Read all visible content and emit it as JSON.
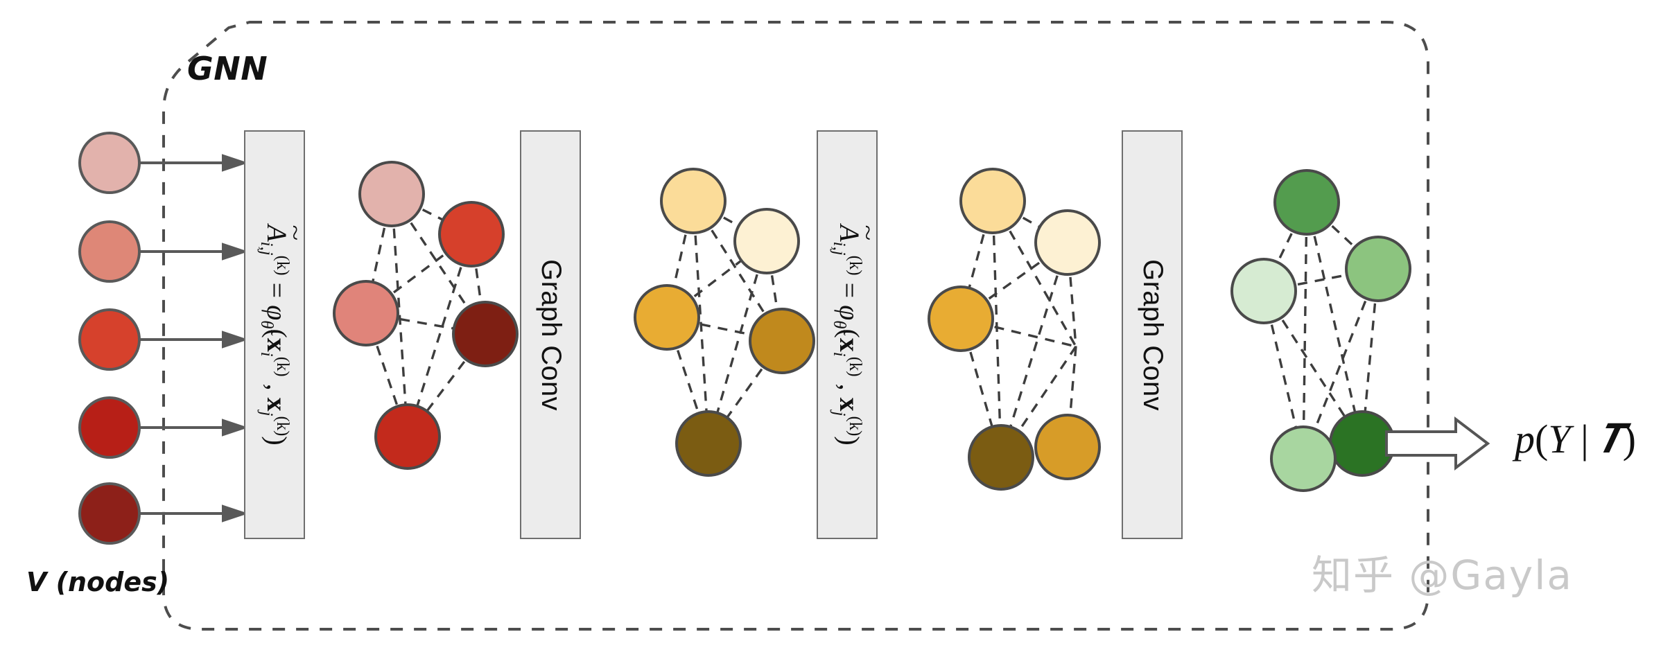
{
  "figure": {
    "title": "GNN",
    "input_label": "V (nodes)",
    "output_label_parts": {
      "p": "p",
      "open": "(",
      "y": "Y",
      "bar": "|",
      "t": "T",
      "close": ")"
    },
    "output_label": "p(Y | T)",
    "watermark": "知乎 @Gayla",
    "boundary": {
      "style": "dashed-rounded",
      "color": "#4d4d4d"
    }
  },
  "blocks": [
    {
      "id": "edge-block-1",
      "kind": "formula",
      "orientation": "vertical-rotated",
      "text": "Ã(k)i,j = φθ̃(x(k)i , x(k)j)",
      "parts": {
        "A": "A",
        "A_sup": "(k)",
        "A_sub": "i,j",
        "eq": "=",
        "phi": "φ",
        "phi_sub": "θ̃",
        "open": "(",
        "x1": "x",
        "x1_sub": "i",
        "x1_sup": "(k)",
        "comma": ",",
        "x2": "x",
        "x2_sub": "j",
        "x2_sup": "(k)",
        "close": ")"
      },
      "fill": "#ececec",
      "stroke": "#6e6e6e"
    },
    {
      "id": "graph-conv-1",
      "kind": "layer",
      "orientation": "vertical-rotated",
      "text": "Graph Conv",
      "fill": "#ececec",
      "stroke": "#6e6e6e"
    },
    {
      "id": "edge-block-2",
      "kind": "formula",
      "orientation": "vertical-rotated",
      "text": "Ã(k)i,j = φθ̃(x(k)i , x(k)j)",
      "fill": "#ececec",
      "stroke": "#6e6e6e"
    },
    {
      "id": "graph-conv-2",
      "kind": "layer",
      "orientation": "vertical-rotated",
      "text": "Graph Conv",
      "fill": "#ececec",
      "stroke": "#6e6e6e"
    }
  ],
  "input_nodes": {
    "count": 5,
    "colors": [
      "#e2b2ac",
      "#de8777",
      "#d6412c",
      "#b71f17",
      "#8d2019"
    ],
    "stroke": "#595959"
  },
  "graphs": [
    {
      "id": "graph-red",
      "palette": "reds",
      "nodes": [
        {
          "id": "n1",
          "color": "#e2b2ac"
        },
        {
          "id": "n2",
          "color": "#d6402b"
        },
        {
          "id": "n3",
          "color": "#e0847a"
        },
        {
          "id": "n4",
          "color": "#7e1f13"
        },
        {
          "id": "n5",
          "color": "#c32a1c"
        }
      ],
      "edges": [
        [
          0,
          1
        ],
        [
          0,
          2
        ],
        [
          0,
          4
        ],
        [
          0,
          3
        ],
        [
          2,
          1
        ],
        [
          2,
          3
        ],
        [
          2,
          4
        ],
        [
          1,
          3
        ],
        [
          1,
          4
        ],
        [
          3,
          4
        ]
      ]
    },
    {
      "id": "graph-yellow",
      "palette": "yellows",
      "nodes": [
        {
          "id": "n1",
          "color": "#fbdc99"
        },
        {
          "id": "n2",
          "color": "#fdf1d3"
        },
        {
          "id": "n3",
          "color": "#e8ac33"
        },
        {
          "id": "n4",
          "color": "#c0891d"
        },
        {
          "id": "n5",
          "color": "#7b5c12"
        }
      ],
      "edges": [
        [
          0,
          1
        ],
        [
          0,
          2
        ],
        [
          0,
          4
        ],
        [
          0,
          3
        ],
        [
          2,
          1
        ],
        [
          2,
          3
        ],
        [
          2,
          4
        ],
        [
          1,
          3
        ],
        [
          1,
          4
        ],
        [
          3,
          4
        ]
      ]
    },
    {
      "id": "graph-yellow-2",
      "palette": "yellows",
      "nodes": [
        {
          "id": "n1",
          "color": "#fbdc99"
        },
        {
          "id": "n2",
          "color": "#fdf1d3"
        },
        {
          "id": "n3",
          "color": "#e8ac33"
        },
        {
          "id": "n4",
          "color": "#d79c28"
        },
        {
          "id": "n5",
          "color": "#7b5c12"
        }
      ],
      "edges": [
        [
          0,
          1
        ],
        [
          0,
          2
        ],
        [
          0,
          4
        ],
        [
          0,
          3
        ],
        [
          2,
          1
        ],
        [
          2,
          3
        ],
        [
          2,
          4
        ],
        [
          1,
          3
        ],
        [
          1,
          4
        ],
        [
          3,
          4
        ]
      ]
    },
    {
      "id": "graph-green",
      "palette": "greens",
      "nodes": [
        {
          "id": "n1",
          "color": "#539c4e"
        },
        {
          "id": "n2",
          "color": "#8cc47f"
        },
        {
          "id": "n3",
          "color": "#d6ebd2"
        },
        {
          "id": "n4",
          "color": "#2b7324"
        },
        {
          "id": "n5",
          "color": "#a8d6a0"
        }
      ],
      "edges": [
        [
          0,
          1
        ],
        [
          0,
          2
        ],
        [
          0,
          4
        ],
        [
          0,
          3
        ],
        [
          2,
          1
        ],
        [
          2,
          3
        ],
        [
          2,
          4
        ],
        [
          1,
          3
        ],
        [
          1,
          4
        ],
        [
          3,
          4
        ]
      ]
    }
  ],
  "arrows": {
    "input_arrow_count": 5,
    "output_arrow": "hollow-right-arrow",
    "color": "#595959"
  }
}
